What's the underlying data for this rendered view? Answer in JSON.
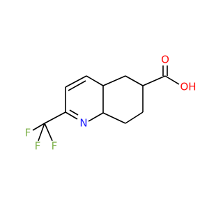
{
  "molecule": {
    "atoms": {
      "nitrogen": {
        "label": "N",
        "color": "#1a1aff"
      },
      "oxygen_carbonyl": {
        "label": "O",
        "color": "#ff0d0d"
      },
      "hydroxyl": {
        "label": "OH",
        "color": "#ff0d0d"
      },
      "fluorine_1": {
        "label": "F",
        "color": "#80b34d"
      },
      "fluorine_2": {
        "label": "F",
        "color": "#80b34d"
      },
      "fluorine_3": {
        "label": "F",
        "color": "#80b34d"
      }
    },
    "bond_color": "#000000"
  }
}
